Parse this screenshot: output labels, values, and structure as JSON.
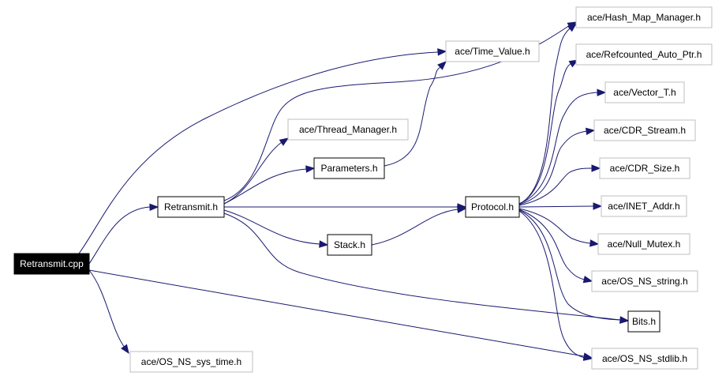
{
  "diagram": {
    "nodes": [
      {
        "id": "retransmit_cpp",
        "label": "Retransmit.cpp",
        "style": "root"
      },
      {
        "id": "retransmit_h",
        "label": "Retransmit.h",
        "style": "documented"
      },
      {
        "id": "os_ns_sys_time",
        "label": "ace/OS_NS_sys_time.h",
        "style": "external"
      },
      {
        "id": "time_value",
        "label": "ace/Time_Value.h",
        "style": "external"
      },
      {
        "id": "thread_manager",
        "label": "ace/Thread_Manager.h",
        "style": "external"
      },
      {
        "id": "parameters_h",
        "label": "Parameters.h",
        "style": "documented"
      },
      {
        "id": "stack_h",
        "label": "Stack.h",
        "style": "documented"
      },
      {
        "id": "protocol_h",
        "label": "Protocol.h",
        "style": "documented"
      },
      {
        "id": "hash_map_manager",
        "label": "ace/Hash_Map_Manager.h",
        "style": "external"
      },
      {
        "id": "refcounted_auto_ptr",
        "label": "ace/Refcounted_Auto_Ptr.h",
        "style": "external"
      },
      {
        "id": "vector_t",
        "label": "ace/Vector_T.h",
        "style": "external"
      },
      {
        "id": "cdr_stream",
        "label": "ace/CDR_Stream.h",
        "style": "external"
      },
      {
        "id": "cdr_size",
        "label": "ace/CDR_Size.h",
        "style": "external"
      },
      {
        "id": "inet_addr",
        "label": "ace/INET_Addr.h",
        "style": "external"
      },
      {
        "id": "null_mutex",
        "label": "ace/Null_Mutex.h",
        "style": "external"
      },
      {
        "id": "os_ns_string",
        "label": "ace/OS_NS_string.h",
        "style": "external"
      },
      {
        "id": "bits_h",
        "label": "Bits.h",
        "style": "documented"
      },
      {
        "id": "os_ns_stdlib",
        "label": "ace/OS_NS_stdlib.h",
        "style": "external"
      }
    ],
    "edges": [
      {
        "from": "retransmit_cpp",
        "to": "retransmit_h"
      },
      {
        "from": "retransmit_cpp",
        "to": "time_value"
      },
      {
        "from": "retransmit_cpp",
        "to": "os_ns_sys_time"
      },
      {
        "from": "retransmit_cpp",
        "to": "os_ns_stdlib"
      },
      {
        "from": "retransmit_h",
        "to": "thread_manager"
      },
      {
        "from": "retransmit_h",
        "to": "parameters_h"
      },
      {
        "from": "retransmit_h",
        "to": "protocol_h"
      },
      {
        "from": "retransmit_h",
        "to": "stack_h"
      },
      {
        "from": "retransmit_h",
        "to": "bits_h"
      },
      {
        "from": "retransmit_h",
        "to": "hash_map_manager"
      },
      {
        "from": "parameters_h",
        "to": "time_value"
      },
      {
        "from": "stack_h",
        "to": "protocol_h"
      },
      {
        "from": "protocol_h",
        "to": "hash_map_manager"
      },
      {
        "from": "protocol_h",
        "to": "refcounted_auto_ptr"
      },
      {
        "from": "protocol_h",
        "to": "vector_t"
      },
      {
        "from": "protocol_h",
        "to": "cdr_stream"
      },
      {
        "from": "protocol_h",
        "to": "cdr_size"
      },
      {
        "from": "protocol_h",
        "to": "inet_addr"
      },
      {
        "from": "protocol_h",
        "to": "null_mutex"
      },
      {
        "from": "protocol_h",
        "to": "os_ns_string"
      },
      {
        "from": "protocol_h",
        "to": "bits_h"
      },
      {
        "from": "protocol_h",
        "to": "os_ns_stdlib"
      }
    ],
    "colors": {
      "edge": "#191970",
      "root_fill": "#000000",
      "root_text": "#ffffff",
      "documented_border": "#000000",
      "external_border": "#bfbfbf",
      "node_fill": "#ffffff"
    }
  }
}
